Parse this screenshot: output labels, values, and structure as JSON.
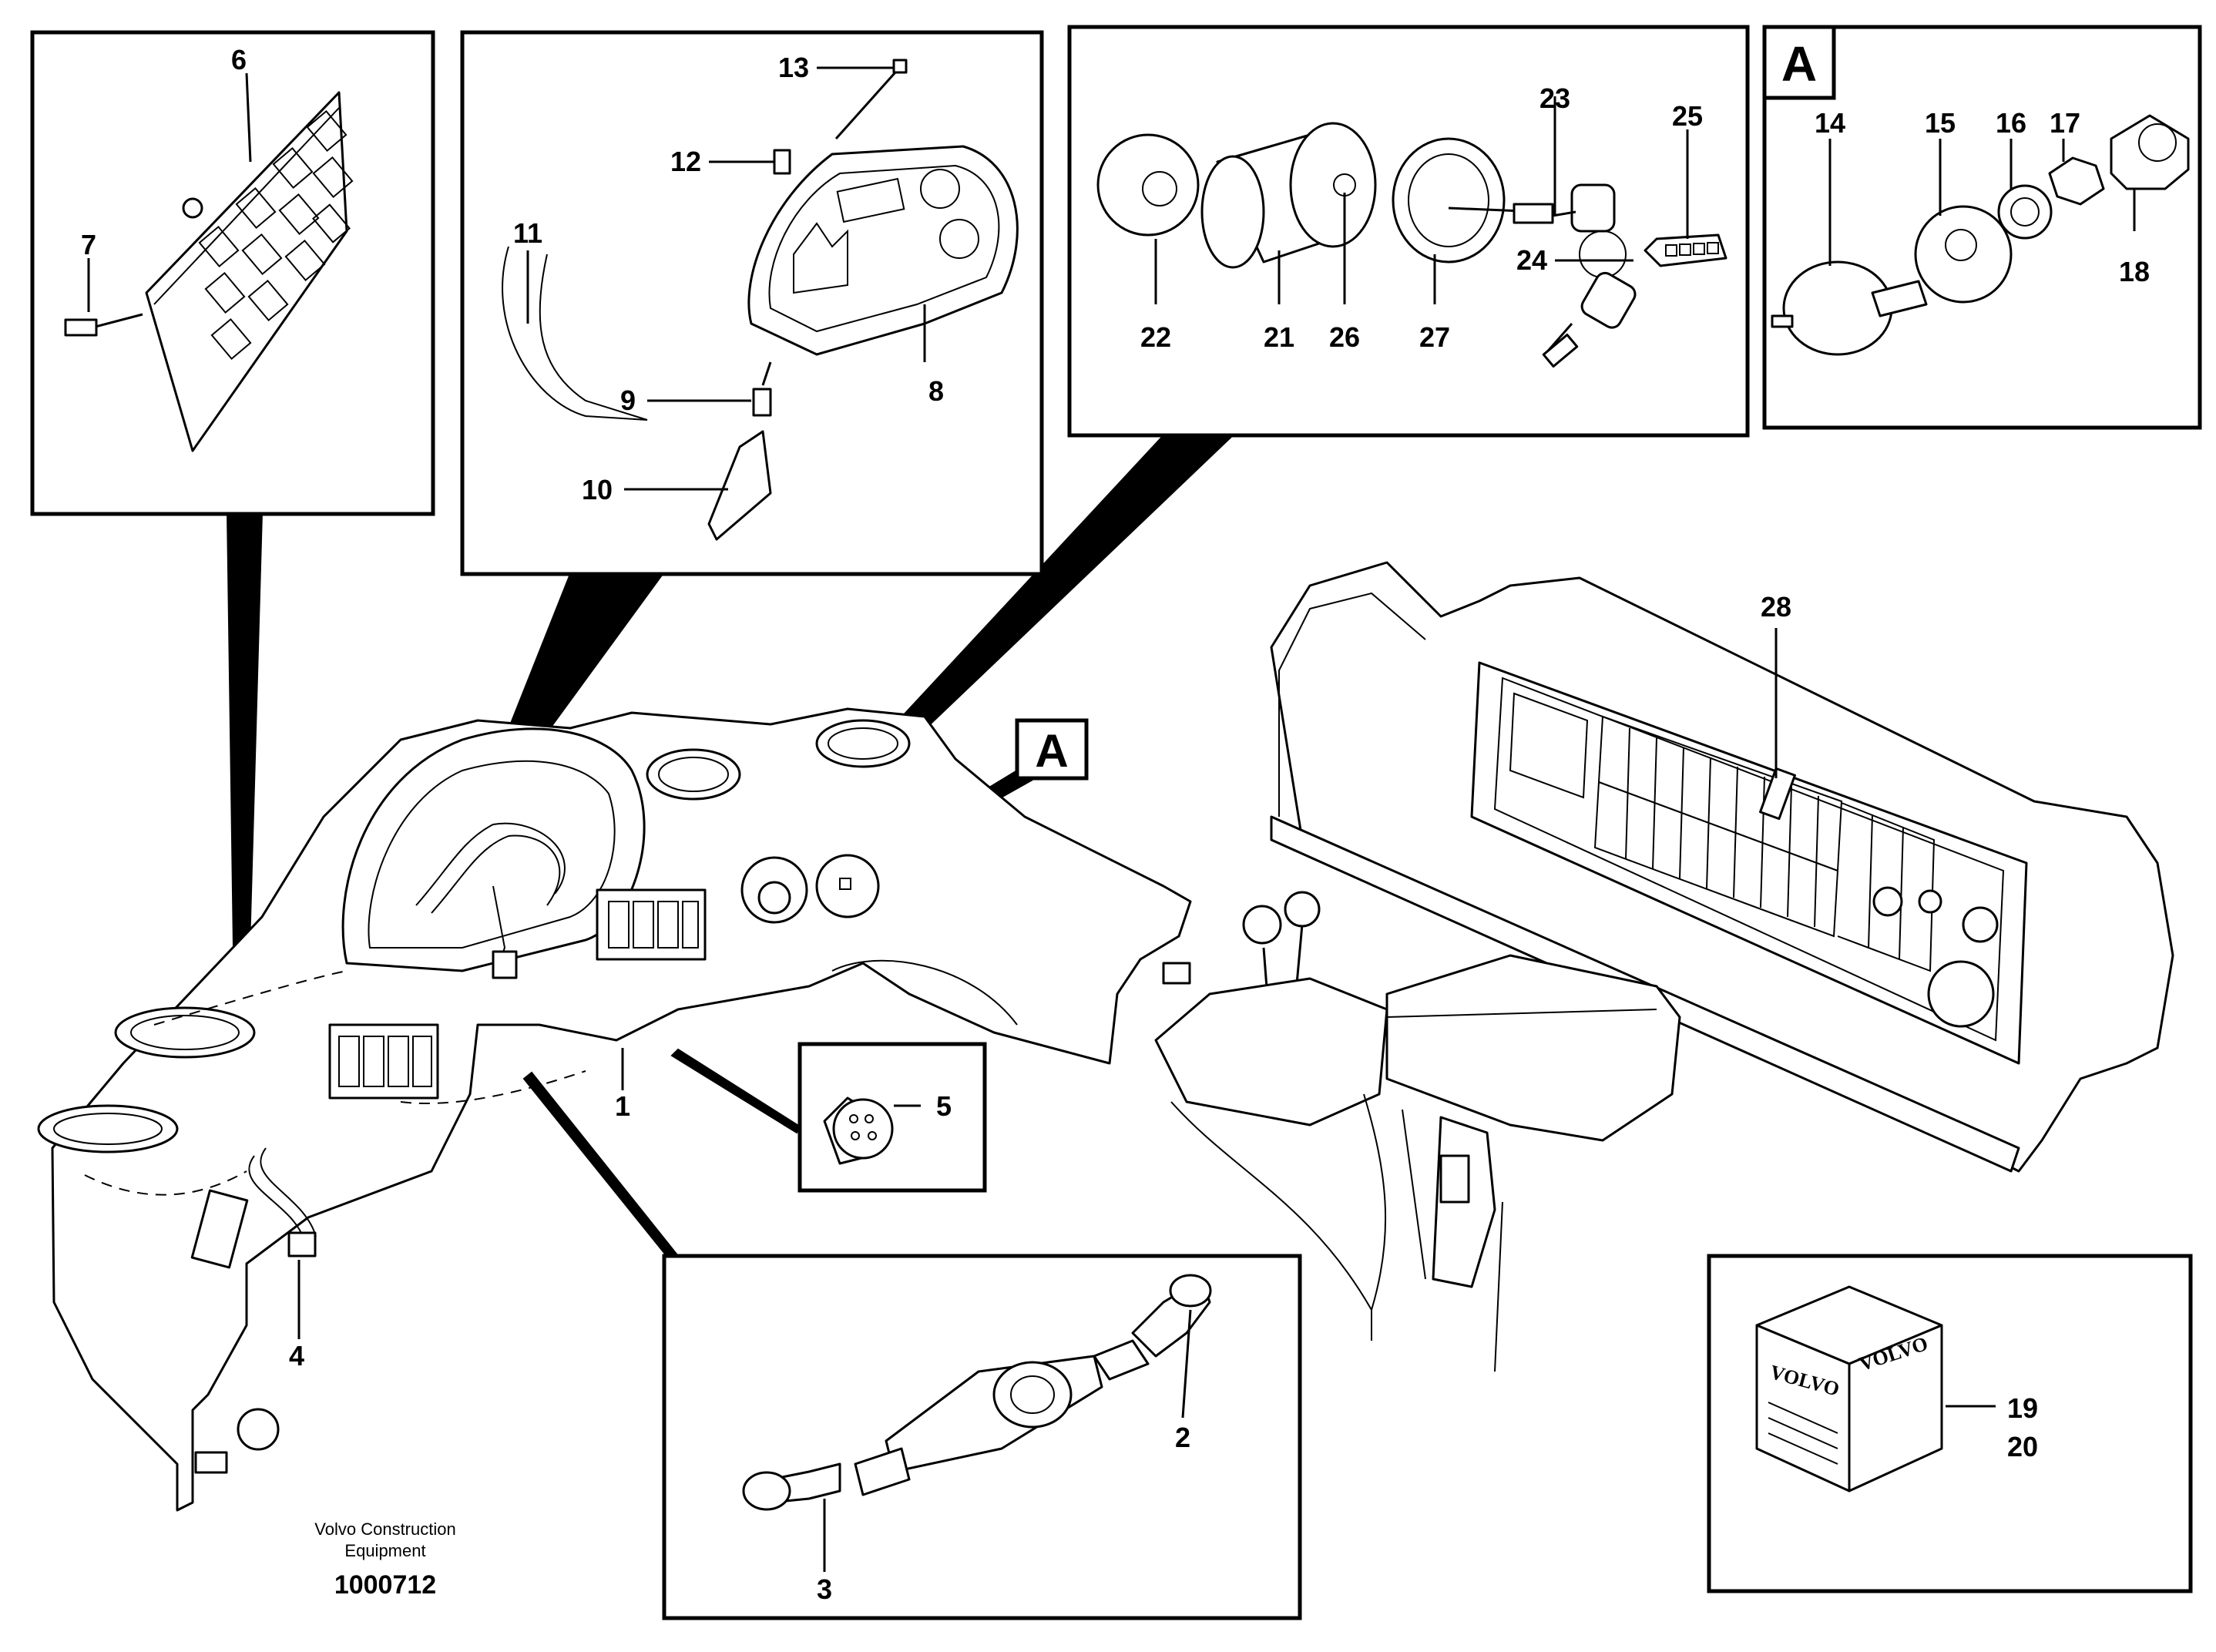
{
  "callouts": {
    "c1": "1",
    "c2": "2",
    "c3": "3",
    "c4": "4",
    "c5": "5",
    "c6": "6",
    "c7": "7",
    "c8": "8",
    "c9": "9",
    "c10": "10",
    "c11": "11",
    "c12": "12",
    "c13": "13",
    "c14": "14",
    "c15": "15",
    "c16": "16",
    "c17": "17",
    "c18": "18",
    "c19": "19",
    "c20": "20",
    "c21": "21",
    "c22": "22",
    "c23": "23",
    "c24": "24",
    "c25": "25",
    "c26": "26",
    "c27": "27",
    "c28": "28"
  },
  "detail_marker": "A",
  "box_marker": "VOLVO",
  "footer": {
    "company_line1": "Volvo Construction",
    "company_line2": "Equipment",
    "drawing_number": "1000712"
  }
}
